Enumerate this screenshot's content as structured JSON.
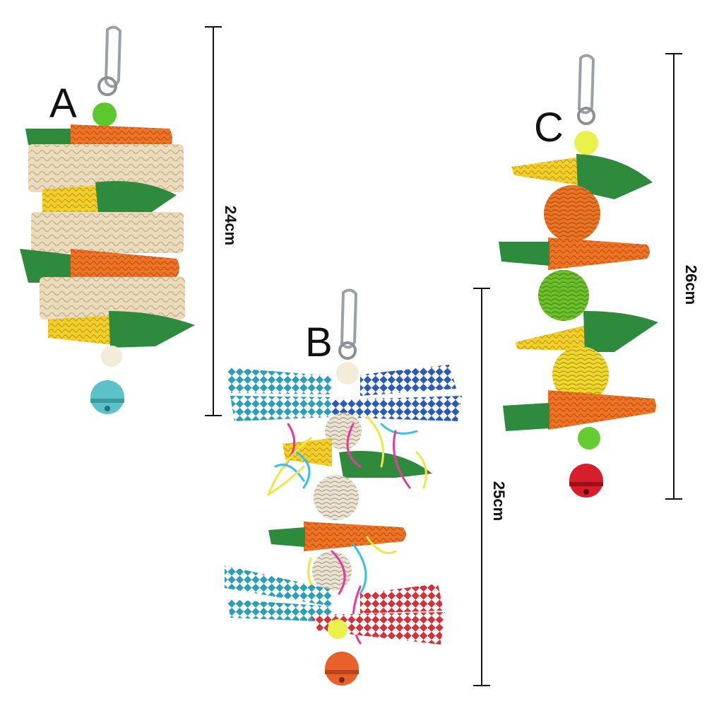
{
  "toys": [
    {
      "label": "A",
      "height_label": "24cm"
    },
    {
      "label": "B",
      "height_label": "25cm"
    },
    {
      "label": "C",
      "height_label": "26cm"
    }
  ],
  "colors": {
    "carrot_orange": "#ee7424",
    "carrot_yellow": "#f0cc2a",
    "leaf_green": "#2e8b3e",
    "straw": "#e9dcc0",
    "teal_weave": "#2aa0b8",
    "blue_weave": "#2a5bb8",
    "red_weave": "#d8303a",
    "bell_teal": "#5cc2c8",
    "bell_orange": "#e8602a",
    "bell_red": "#d81e2a",
    "bead_green": "#66cc33",
    "bead_yellow": "#e8f24a"
  }
}
